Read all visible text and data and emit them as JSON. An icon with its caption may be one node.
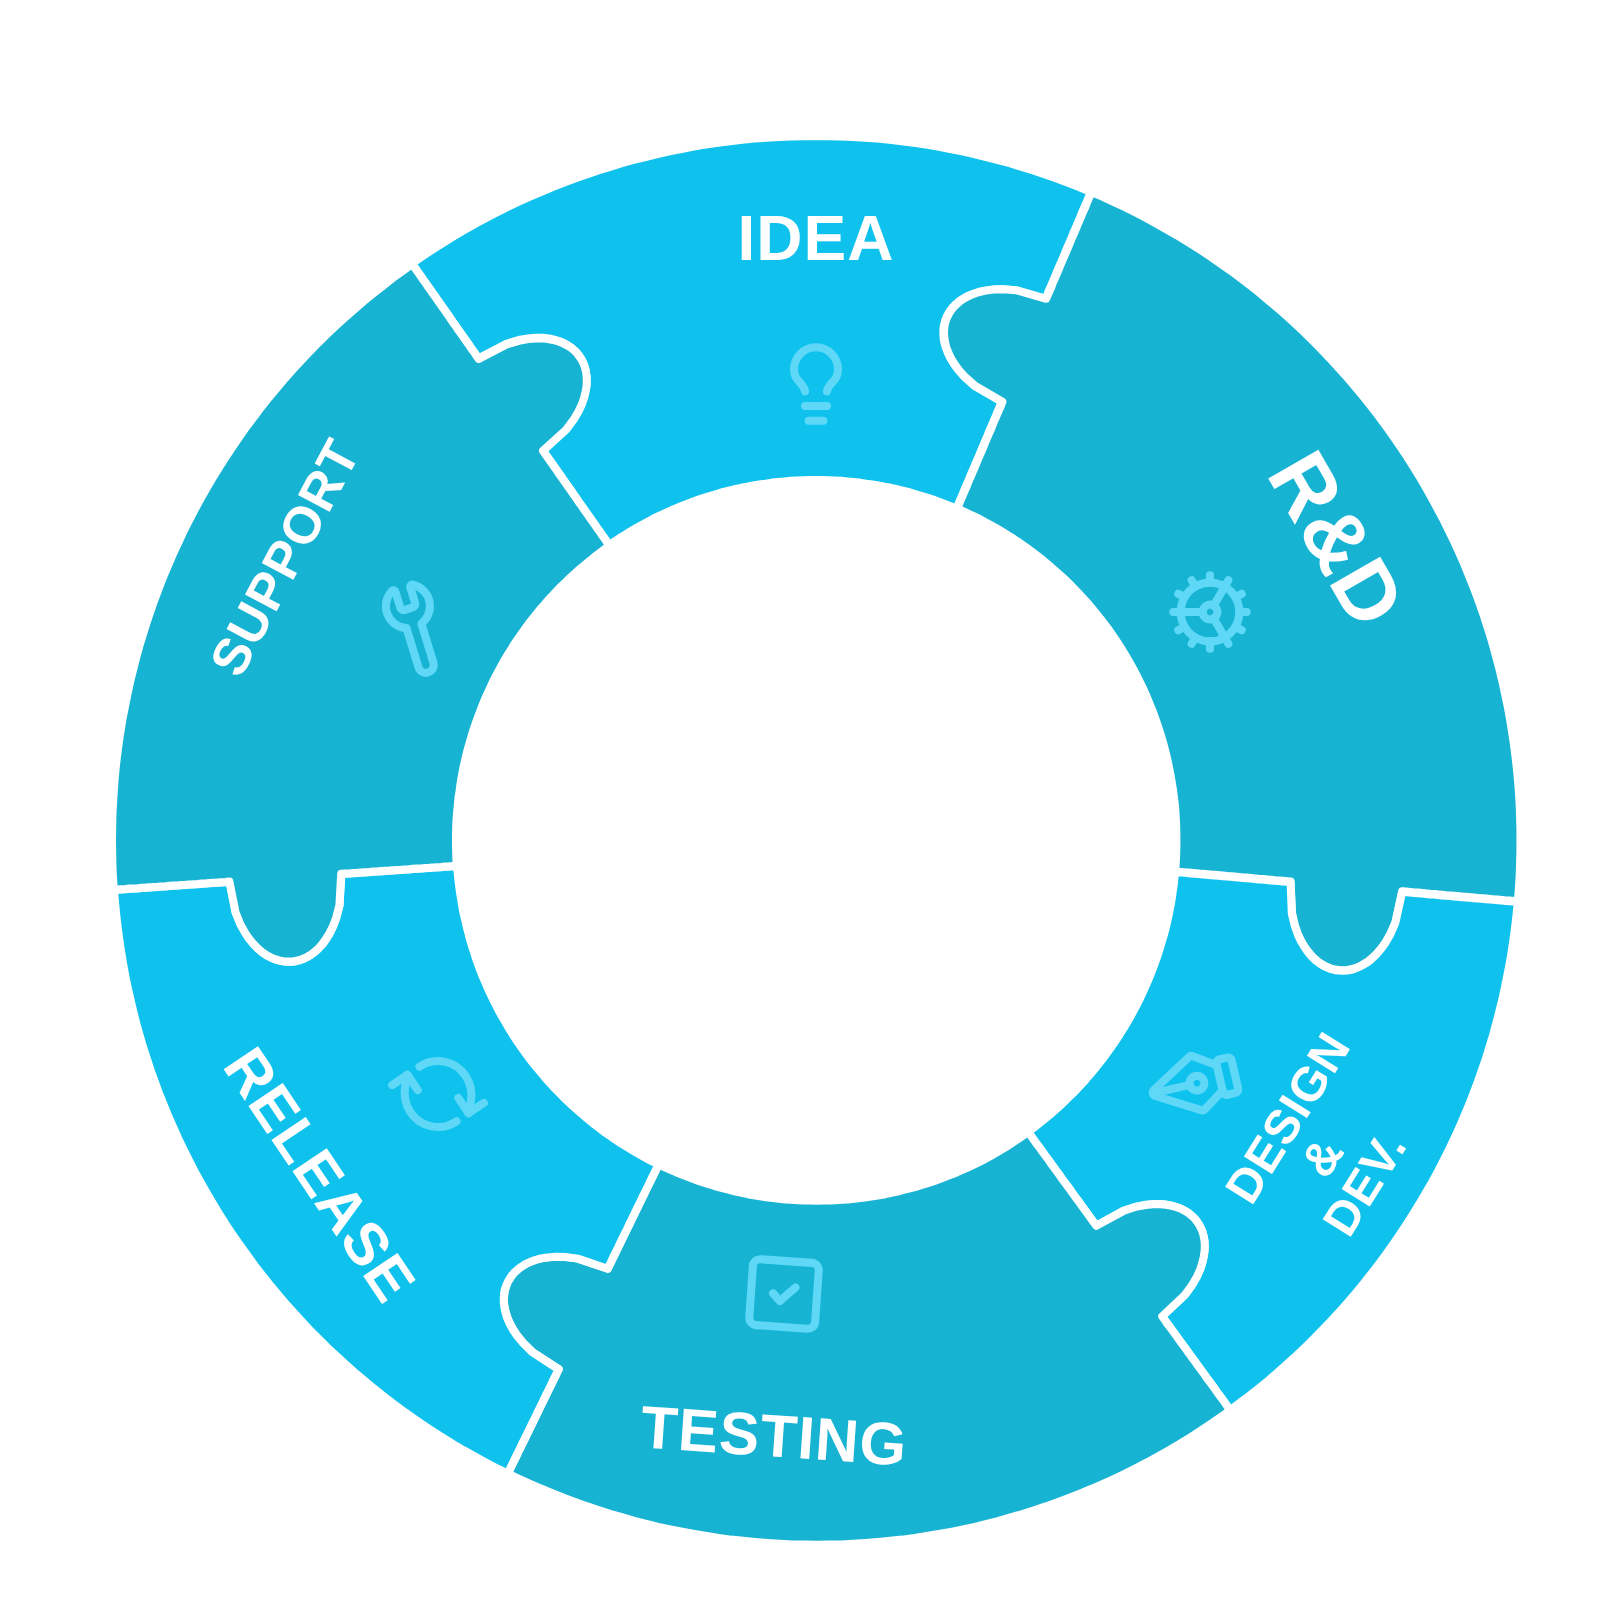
{
  "diagram": {
    "nodes": [
      {
        "text": [
          "IDEA"
        ]
      },
      {
        "text": [
          "R&D"
        ]
      },
      {
        "text": [
          "DESIGN & DEV."
        ]
      },
      {
        "text": [
          "TESTING"
        ]
      },
      {
        "text": [
          "RELEASE"
        ]
      },
      {
        "text": [
          "SUPPORT"
        ]
      }
    ]
  }
}
